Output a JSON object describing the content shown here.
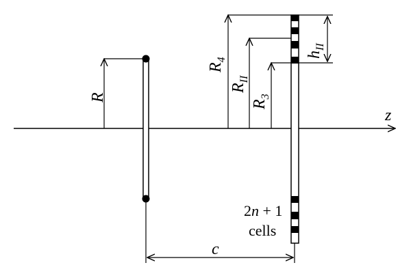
{
  "labels": {
    "z_axis": "z",
    "R": "R",
    "R4_base": "R",
    "R4_sub": "4",
    "RII_base": "R",
    "RII_sub": "II",
    "R3_base": "R",
    "R3_sub": "3",
    "hII_base": "h",
    "hII_sub": "II",
    "c": "c",
    "cells_line1_a": "2",
    "cells_line1_n": "n",
    "cells_line1_b": " + 1",
    "cells_line2": "cells"
  }
}
